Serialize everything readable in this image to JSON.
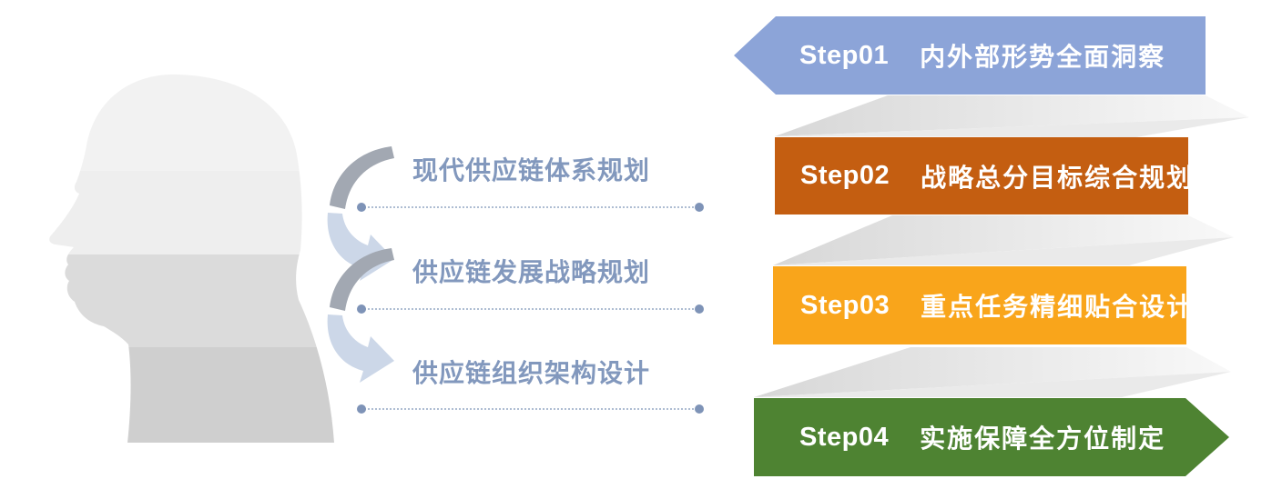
{
  "diagram": {
    "kind": "supply-chain-planning-process",
    "head_figure": "human-head-profile-silhouette"
  },
  "planning_items": [
    "现代供应链体系规划",
    "供应链发展战略规划",
    "供应链组织架构设计"
  ],
  "steps": [
    {
      "label": "Step01",
      "title": "内外部形势全面洞察",
      "color": "#8ca4d8",
      "shape": "arrow-left"
    },
    {
      "label": "Step02",
      "title": "战略总分目标综合规划",
      "color": "#c45e11",
      "shape": "rectangle"
    },
    {
      "label": "Step03",
      "title": "重点任务精细贴合设计",
      "color": "#f9a51b",
      "shape": "rectangle"
    },
    {
      "label": "Step04",
      "title": "实施保障全方位制定",
      "color": "#4e8332",
      "shape": "arrow-right"
    }
  ],
  "colors": {
    "item_label_text": "#8298bd",
    "dotted_line": "#aebdd2",
    "end_dot": "#7e93b7",
    "arrow_dark": "#a2a8b2",
    "arrow_light": "#ccd7e8",
    "banner_text": "#ffffff",
    "head_bands": [
      "#f2f2f2",
      "#eeeeee",
      "#dbdbdb",
      "#cfcfcf"
    ],
    "ribbon_gray": "#e0e0e0"
  }
}
